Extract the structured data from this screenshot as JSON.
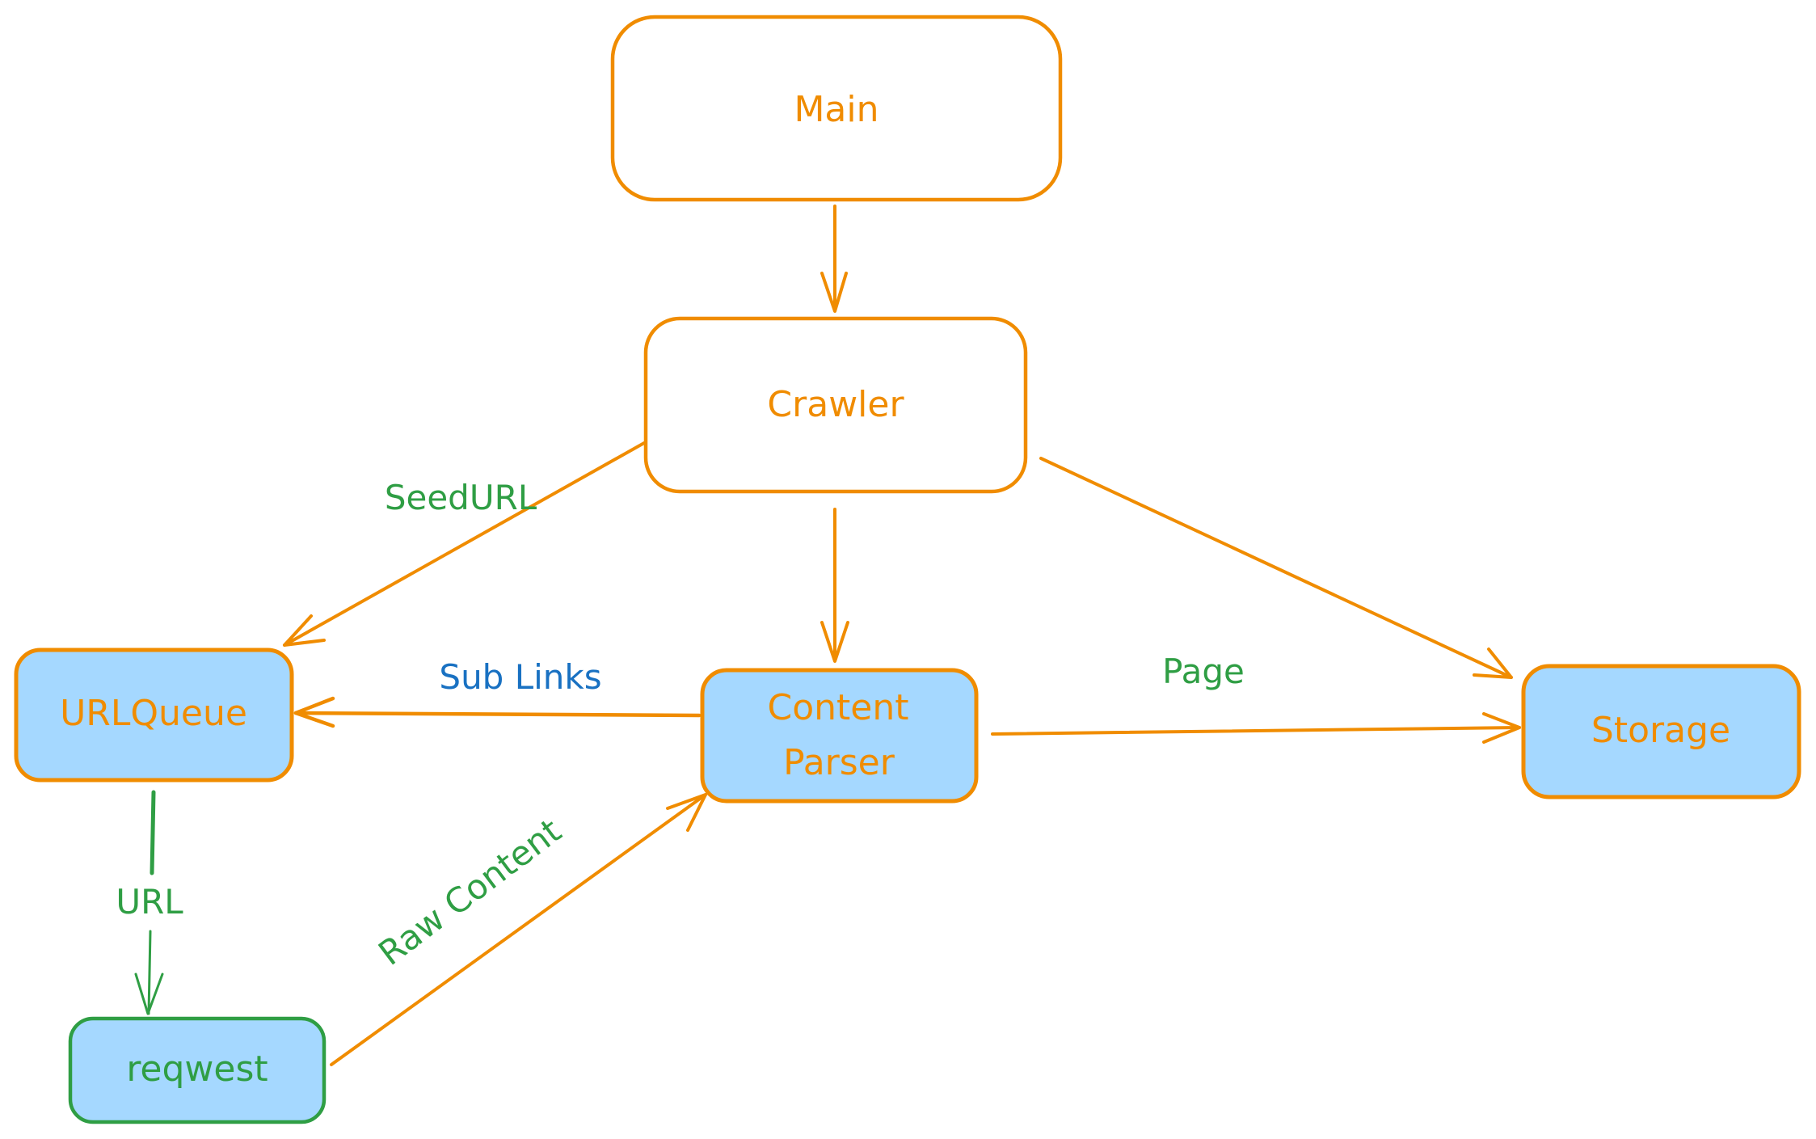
{
  "colors": {
    "orange": "#f08c00",
    "green": "#2f9e44",
    "blue": "#1971c2",
    "fill_blue": "#a5d8ff",
    "fill_white": "#ffffff"
  },
  "nodes": {
    "main": {
      "label": "Main"
    },
    "crawler": {
      "label": "Crawler"
    },
    "urlqueue": {
      "label": "URLQueue"
    },
    "content_parser": {
      "label_line1": "Content",
      "label_line2": "Parser"
    },
    "storage": {
      "label": "Storage"
    },
    "reqwest": {
      "label": "reqwest"
    }
  },
  "edges": {
    "main_to_crawler": {
      "label": ""
    },
    "crawler_to_urlqueue": {
      "label": "SeedURL"
    },
    "crawler_to_parser": {
      "label": ""
    },
    "crawler_to_storage": {
      "label": ""
    },
    "parser_to_urlqueue": {
      "label": "Sub Links"
    },
    "parser_to_storage": {
      "label": "Page"
    },
    "urlqueue_to_reqwest": {
      "label": "URL"
    },
    "reqwest_to_parser": {
      "label": "Raw Content"
    }
  }
}
